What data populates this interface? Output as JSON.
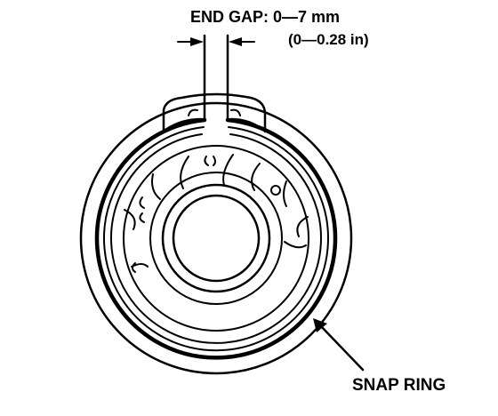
{
  "labels": {
    "end_gap": "END GAP: 0—7 mm",
    "end_gap_inches": "(0—0.28 in)",
    "snap_ring": "SNAP RING"
  },
  "colors": {
    "ink": "#000000",
    "paper": "#ffffff"
  }
}
